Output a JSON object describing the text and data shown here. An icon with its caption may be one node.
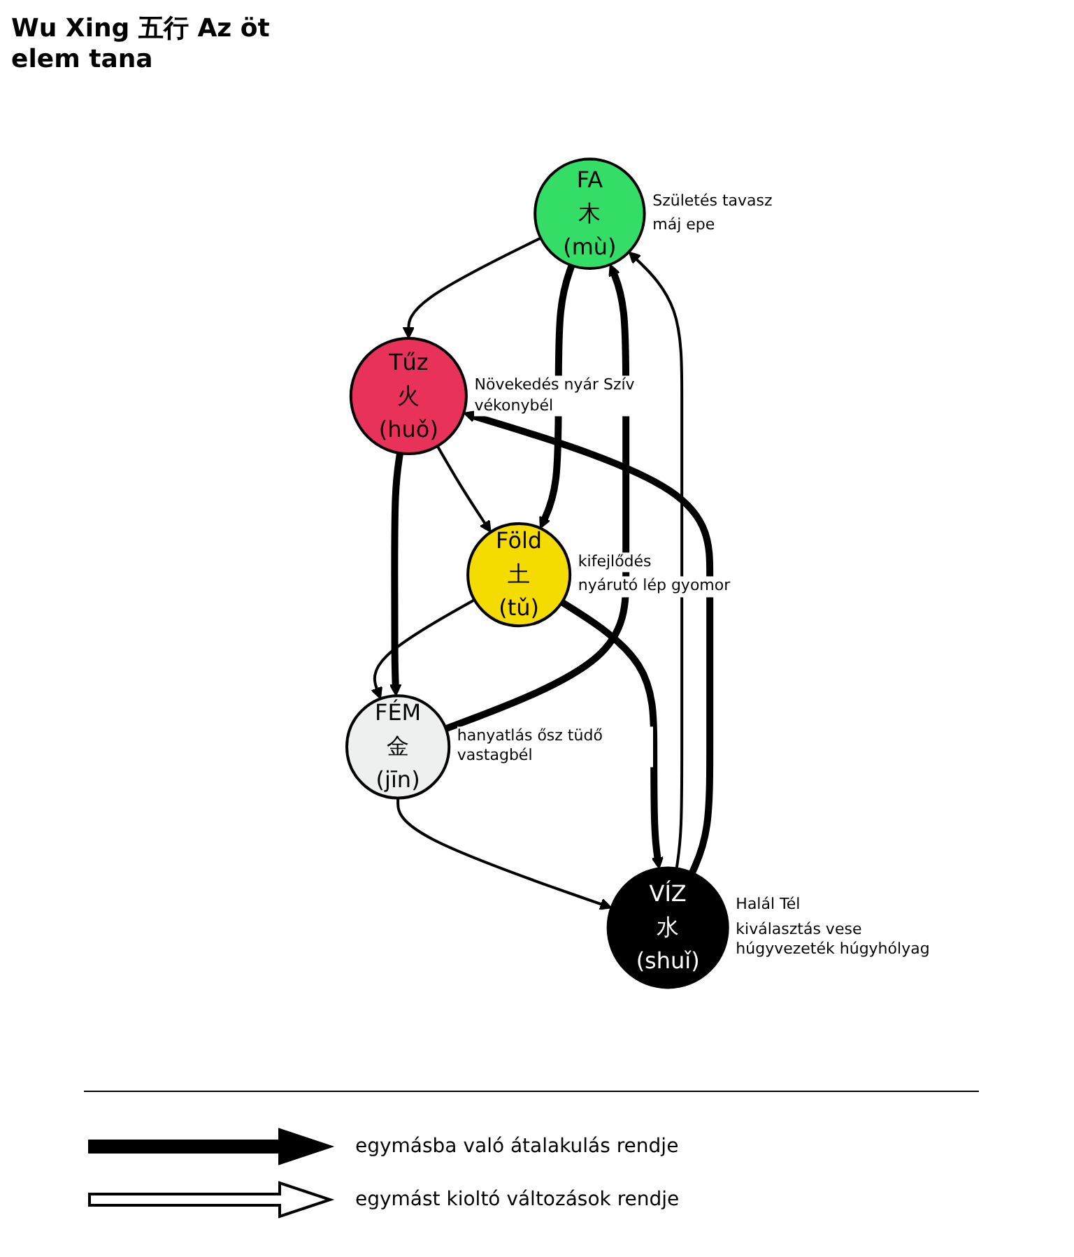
{
  "diagram": {
    "title": "Wu Xing 五行 Az öt elem tana",
    "nodes": [
      {
        "text": [
          "FA",
          "木",
          "(mù)"
        ],
        "beside": [
          "Születés tavasz",
          "máj epe"
        ]
      },
      {
        "text": [
          "Tűz",
          "火",
          "(huǒ)"
        ],
        "beside": [
          "Növekedés nyár Szív vékonybél"
        ]
      },
      {
        "text": [
          "Föld",
          "土",
          "(tǔ)"
        ],
        "beside": [
          "kifejlődés",
          "nyárutó lép gyomor"
        ]
      },
      {
        "text": [
          "FÉM",
          "金",
          "(jīn)"
        ],
        "beside": [
          "hanyatlás ősz tüdő vastagbél"
        ]
      },
      {
        "text": [
          "VÍZ",
          "水",
          "(shuǐ)"
        ],
        "beside": [
          "Halál Tél",
          "kiválasztás vese húgyvezeték húgyhólyag"
        ]
      }
    ],
    "edges": [
      {
        "from": 0,
        "to": 1,
        "arrow": "to"
      },
      {
        "from": 1,
        "to": 2,
        "arrow": "to"
      },
      {
        "from": 2,
        "to": 3,
        "arrow": "to"
      },
      {
        "from": 3,
        "to": 4,
        "arrow": "to"
      },
      {
        "from": 4,
        "to": 0,
        "arrow": "to"
      },
      {
        "from": 4,
        "to": 1,
        "arrow": "to",
        "style": "thick"
      },
      {
        "from": 1,
        "to": 3,
        "arrow": "to",
        "style": "thick"
      },
      {
        "from": 3,
        "to": 0,
        "arrow": "to",
        "style": "thick"
      },
      {
        "from": 0,
        "to": 2,
        "arrow": "to",
        "style": "thick"
      },
      {
        "from": 2,
        "to": 4,
        "arrow": "to",
        "style": "thick"
      }
    ],
    "legend": [
      {
        "text": "egymásba való átalakulás rendje"
      },
      {
        "text": "egymást kioltó változások rendje"
      }
    ]
  }
}
